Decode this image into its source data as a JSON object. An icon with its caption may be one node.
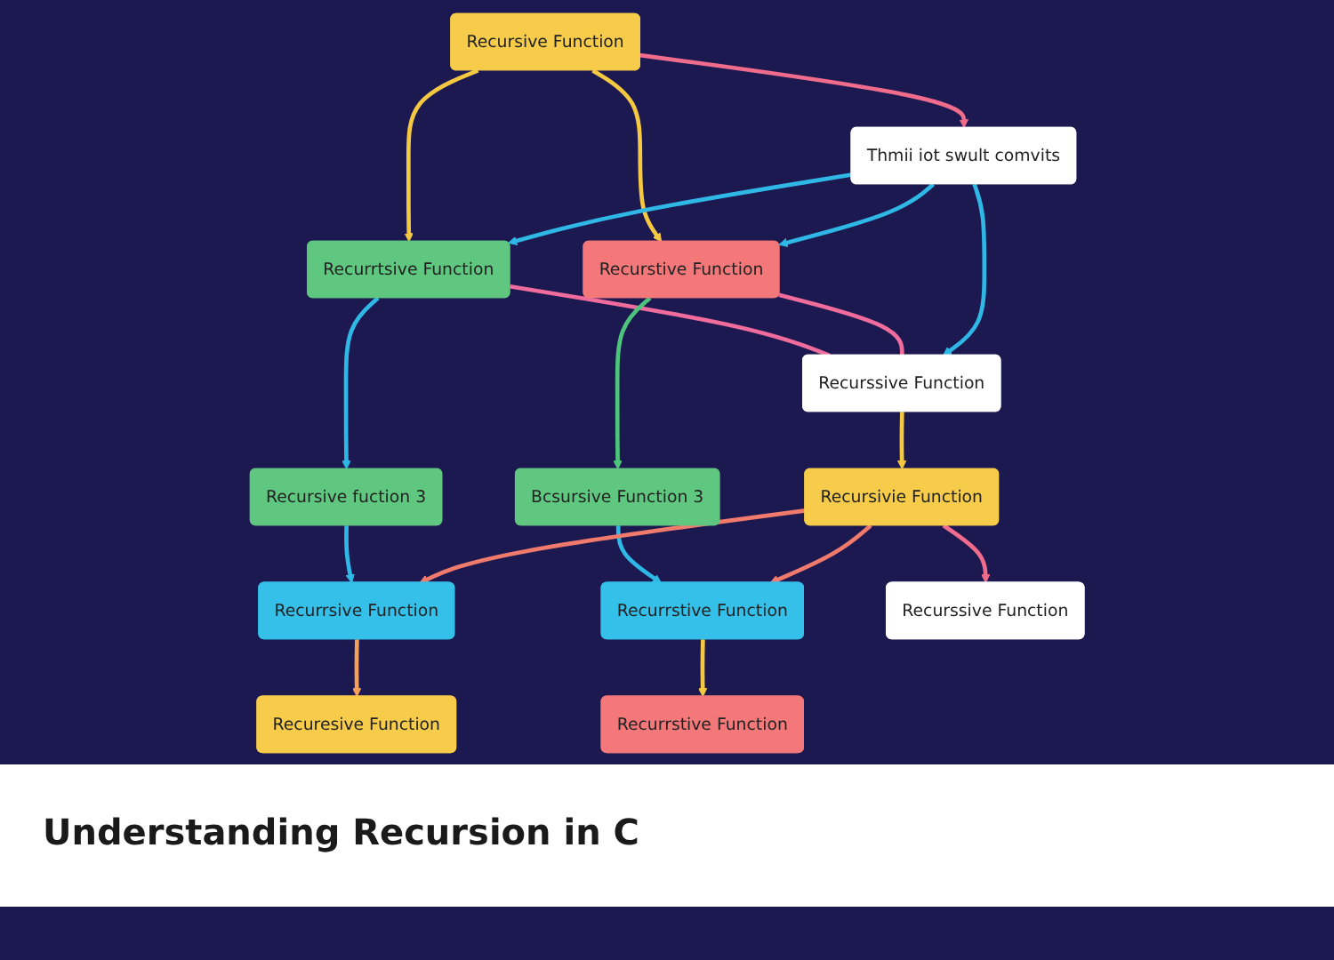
{
  "diagram": {
    "title": "Understanding Recursion in C",
    "nodes": [
      {
        "text": [
          "Recursive Function"
        ]
      },
      {
        "text": [
          "Recurrtsive Function"
        ]
      },
      {
        "text": [
          "Recurstive Function"
        ]
      },
      {
        "text": [
          "Thmii iot swult comvits"
        ]
      },
      {
        "text": [
          "Recursive fuction 3"
        ]
      },
      {
        "text": [
          "Bcsursive Function 3"
        ]
      },
      {
        "text": [
          "Recurssive Function"
        ]
      },
      {
        "text": [
          "Recurrsive Function"
        ]
      },
      {
        "text": [
          "Recursivie Function"
        ]
      },
      {
        "text": [
          "Recurrstive Function"
        ]
      },
      {
        "text": [
          "Recuresive Function"
        ]
      },
      {
        "text": [
          "Recurssive Function"
        ]
      },
      {
        "text": [
          "Recurrstive Function"
        ]
      }
    ],
    "edges": [
      {
        "from": 0,
        "to": 1,
        "arrow": "to",
        "color": "#f5c842"
      },
      {
        "from": 0,
        "to": 2,
        "arrow": "to",
        "color": "#f5c842"
      },
      {
        "from": 0,
        "to": 3,
        "arrow": "to",
        "color": "#f06c8c"
      },
      {
        "from": 3,
        "to": 1,
        "arrow": "to",
        "color": "#2fb8e6"
      },
      {
        "from": 3,
        "to": 2,
        "arrow": "to",
        "color": "#2fb8e6"
      },
      {
        "from": 1,
        "to": 6,
        "arrow": "none",
        "color": "#f06c9c"
      },
      {
        "from": 2,
        "to": 6,
        "arrow": "none",
        "color": "#f06c9c"
      },
      {
        "from": 3,
        "to": 6,
        "arrow": "to",
        "color": "#2fb8e6"
      },
      {
        "from": 1,
        "to": 4,
        "arrow": "to",
        "color": "#2fb8e6"
      },
      {
        "from": 2,
        "to": 5,
        "arrow": "to",
        "color": "#4cc47c"
      },
      {
        "from": 4,
        "to": 7,
        "arrow": "to",
        "color": "#2fb8e6"
      },
      {
        "from": 5,
        "to": 9,
        "arrow": "to",
        "color": "#2fb8e6"
      },
      {
        "from": 6,
        "to": 8,
        "arrow": "to",
        "color": "#f5c842"
      },
      {
        "from": 8,
        "to": 7,
        "arrow": "to",
        "color": "#f07a6c"
      },
      {
        "from": 8,
        "to": 9,
        "arrow": "to",
        "color": "#f07a6c"
      },
      {
        "from": 8,
        "to": 11,
        "arrow": "to",
        "color": "#f06c8c"
      },
      {
        "from": 7,
        "to": 10,
        "arrow": "to",
        "color": "#f5a05a"
      },
      {
        "from": 9,
        "to": 12,
        "arrow": "to",
        "color": "#f5c842"
      }
    ]
  }
}
